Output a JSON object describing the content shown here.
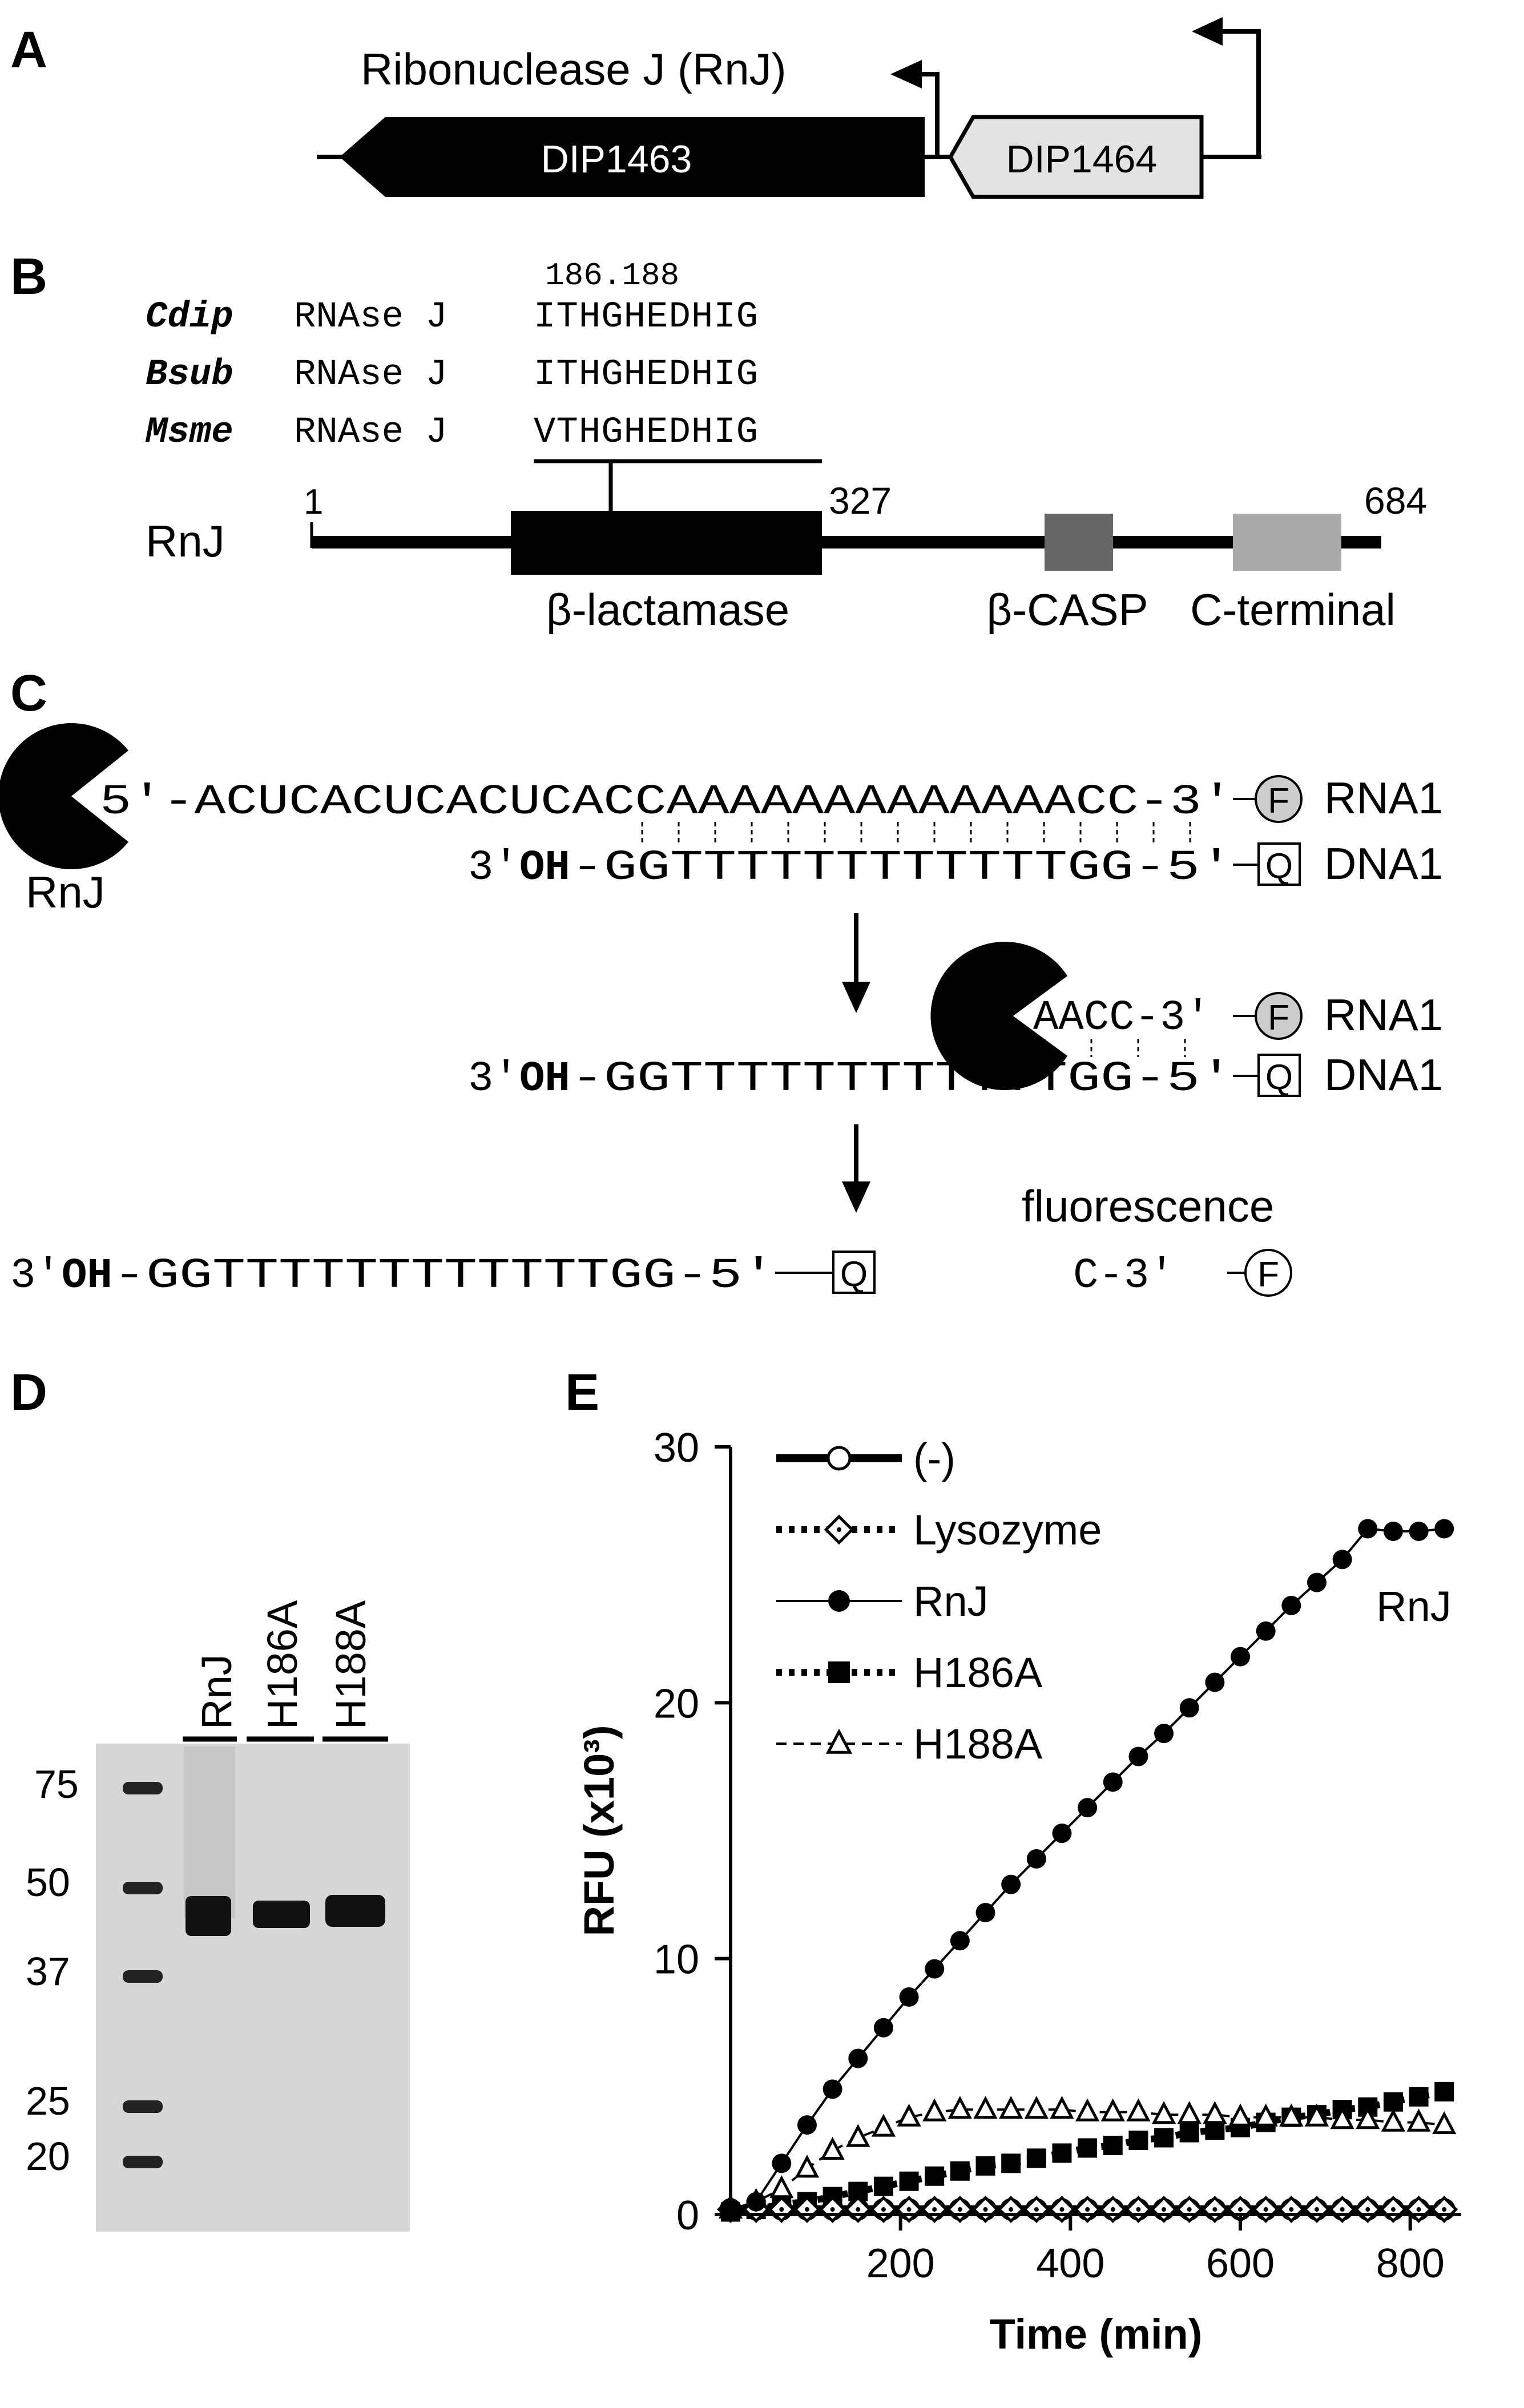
{
  "panels": {
    "a": {
      "letter": "A",
      "title": "Ribonuclease J (RnJ)",
      "gene1": "DIP1463",
      "gene2": "DIP1464"
    },
    "b": {
      "letter": "B",
      "position_label": "186.188",
      "alignment": [
        {
          "species": "Cdip",
          "label": "RNAse J",
          "seq": "ITHGHEDHIG"
        },
        {
          "species": "Bsub",
          "label": "RNAse J",
          "seq": "ITHGHEDHIG"
        },
        {
          "species": "Msme",
          "label": "RNAse J",
          "seq": "VTHGHEDHIG"
        }
      ],
      "protein_label": "RnJ",
      "pos_start": "1",
      "pos_mid": "327",
      "pos_end": "684",
      "domain1": "β-lactamase",
      "domain2": "β-CASP",
      "domain3": "C-terminal"
    },
    "c": {
      "letter": "C",
      "enzyme": "RnJ",
      "rna_seq": "5'-ACUCACUCACUCACCAAAAAAAAAAAAACC-3'",
      "dna_seq_prefix": "3'",
      "dna_oh": "OH",
      "dna_seq": "-GGTTTTTTTTTTTTGG-5'",
      "rna_short": "AACC-3'",
      "product_short": "C-3'",
      "fluor_label": "F",
      "quench_label": "Q",
      "rna_name": "RNA1",
      "dna_name": "DNA1",
      "fluorescence": "fluorescence"
    },
    "d": {
      "letter": "D",
      "lanes": [
        "RnJ",
        "H186A",
        "H188A"
      ],
      "markers": [
        "75",
        "50",
        "37",
        "25",
        "20"
      ]
    },
    "e": {
      "letter": "E",
      "annotation": "RnJ"
    }
  },
  "chart_data": {
    "type": "line",
    "title": "",
    "xlabel": "Time (min)",
    "ylabel": "RFU (x10³)",
    "xlim": [
      0,
      860
    ],
    "ylim": [
      0,
      30
    ],
    "xticks": [
      200,
      400,
      600,
      800
    ],
    "yticks": [
      0,
      10,
      20,
      30
    ],
    "legend_position": "top-left",
    "x": [
      0,
      30,
      60,
      90,
      120,
      150,
      180,
      210,
      240,
      270,
      300,
      330,
      360,
      390,
      420,
      450,
      480,
      510,
      540,
      570,
      600,
      630,
      660,
      690,
      720,
      750,
      780,
      810,
      840
    ],
    "series": [
      {
        "name": "(-)",
        "marker": "circle-open",
        "line": "thick",
        "values": [
          0.2,
          0.2,
          0.2,
          0.2,
          0.2,
          0.2,
          0.2,
          0.2,
          0.2,
          0.2,
          0.2,
          0.2,
          0.2,
          0.2,
          0.2,
          0.2,
          0.2,
          0.2,
          0.2,
          0.2,
          0.2,
          0.2,
          0.2,
          0.2,
          0.2,
          0.2,
          0.2,
          0.2,
          0.2
        ]
      },
      {
        "name": "Lysozyme",
        "marker": "diamond-dot",
        "line": "dotted",
        "values": [
          0.2,
          0.2,
          0.2,
          0.2,
          0.2,
          0.2,
          0.2,
          0.2,
          0.2,
          0.2,
          0.2,
          0.2,
          0.2,
          0.2,
          0.2,
          0.2,
          0.2,
          0.2,
          0.2,
          0.2,
          0.2,
          0.2,
          0.2,
          0.2,
          0.2,
          0.2,
          0.2,
          0.2,
          0.2
        ]
      },
      {
        "name": "RnJ",
        "marker": "circle-filled",
        "line": "thin",
        "values": [
          0.2,
          0.5,
          2.0,
          3.5,
          4.9,
          6.1,
          7.3,
          8.5,
          9.6,
          10.7,
          11.8,
          12.9,
          13.9,
          14.9,
          15.9,
          16.9,
          17.9,
          18.8,
          19.8,
          20.8,
          21.8,
          22.8,
          23.8,
          24.7,
          25.6,
          26.8,
          26.7,
          26.7,
          26.8
        ]
      },
      {
        "name": "H186A",
        "marker": "square-filled",
        "line": "dotted",
        "values": [
          0.1,
          0.2,
          0.4,
          0.5,
          0.7,
          0.9,
          1.1,
          1.3,
          1.5,
          1.7,
          1.9,
          2.0,
          2.2,
          2.4,
          2.6,
          2.7,
          2.9,
          3.0,
          3.2,
          3.3,
          3.4,
          3.6,
          3.8,
          3.9,
          4.1,
          4.2,
          4.4,
          4.6,
          4.8
        ]
      },
      {
        "name": "H188A",
        "marker": "triangle-open",
        "line": "dashed",
        "values": [
          0.2,
          0.5,
          1.0,
          1.8,
          2.5,
          3.0,
          3.4,
          3.8,
          4.0,
          4.1,
          4.1,
          4.1,
          4.1,
          4.1,
          4.0,
          4.0,
          4.0,
          3.9,
          3.9,
          3.9,
          3.8,
          3.8,
          3.8,
          3.8,
          3.7,
          3.7,
          3.6,
          3.6,
          3.5
        ]
      }
    ]
  }
}
